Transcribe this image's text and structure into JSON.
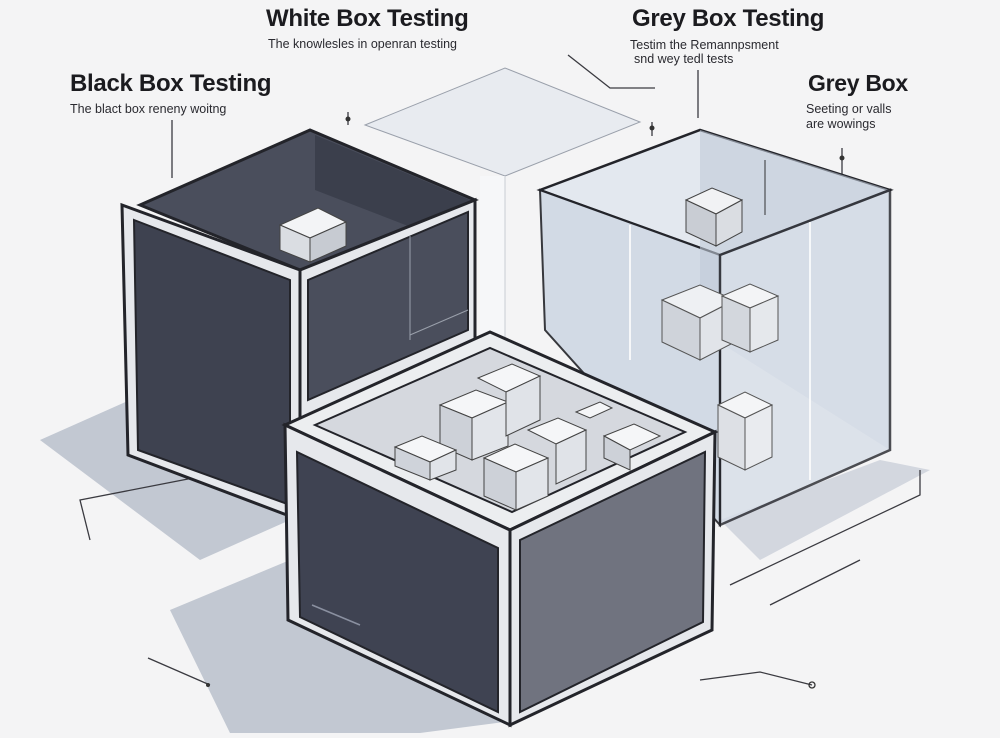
{
  "labels": {
    "white_box": {
      "title": "White Box Testing",
      "caption": "The knowlesles in openran testing"
    },
    "grey_box_testing": {
      "title": "Grey Box Testing",
      "caption_line1": "Testim the Remannpsment",
      "caption_line2": "snd wey tedl tests"
    },
    "black_box": {
      "title": "Black Box Testing",
      "caption": "The blact box reneny woitng"
    },
    "grey_box": {
      "title": "Grey Box",
      "caption_line1": "Seeting or valls",
      "caption_line2": "are wowings"
    }
  },
  "colors": {
    "background": "#f4f4f5",
    "dark_panel": "#3e4250",
    "mid_panel": "#6b6e7a",
    "light_face": "#eceef0",
    "glass": "#d8dfe8",
    "outline": "#23242a",
    "shadow": "#b9bfcb"
  }
}
